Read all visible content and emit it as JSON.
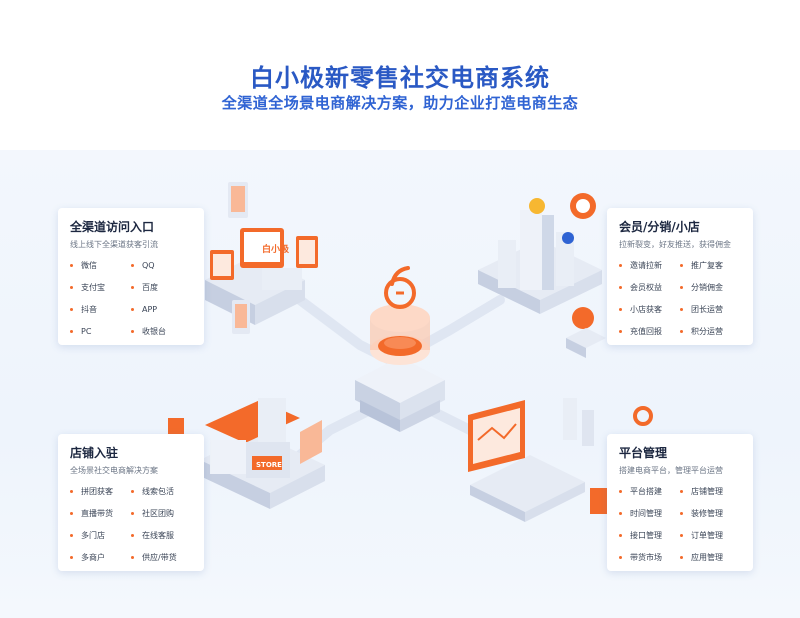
{
  "header": {
    "title": "白小极新零售社交电商系统",
    "subtitle": "全渠道全场景电商解决方案，助力企业打造电商生态"
  },
  "cards": [
    {
      "title": "全渠道访问入口",
      "desc": "线上线下全渠道获客引流",
      "items": [
        "微信",
        "QQ",
        "支付宝",
        "百度",
        "抖音",
        "APP",
        "PC",
        "收银台"
      ]
    },
    {
      "title": "会员/分销/小店",
      "desc": "拉新裂变，好友推送，获得佣金",
      "items": [
        "邀请拉新",
        "推广复客",
        "会员权益",
        "分销佣金",
        "小店获客",
        "团长运营",
        "充值回报",
        "积分运营"
      ]
    },
    {
      "title": "店铺入驻",
      "desc": "全场景社交电商解决方案",
      "items": [
        "拼团获客",
        "线索包活",
        "直播带货",
        "社区团购",
        "多门店",
        "在线客服",
        "多商户",
        "供应/带货"
      ]
    },
    {
      "title": "平台管理",
      "desc": "搭建电商平台，管理平台运营",
      "items": [
        "平台搭建",
        "店铺管理",
        "时间管理",
        "装修管理",
        "接口管理",
        "订单管理",
        "带货市场",
        "应用管理"
      ]
    }
  ],
  "illustration": {
    "store_sign": "白小极",
    "shop_sign": "STORE",
    "accent_color": "#f36a2a",
    "platform_color": "#e4e9f3",
    "blue_color": "#2f63d3"
  }
}
